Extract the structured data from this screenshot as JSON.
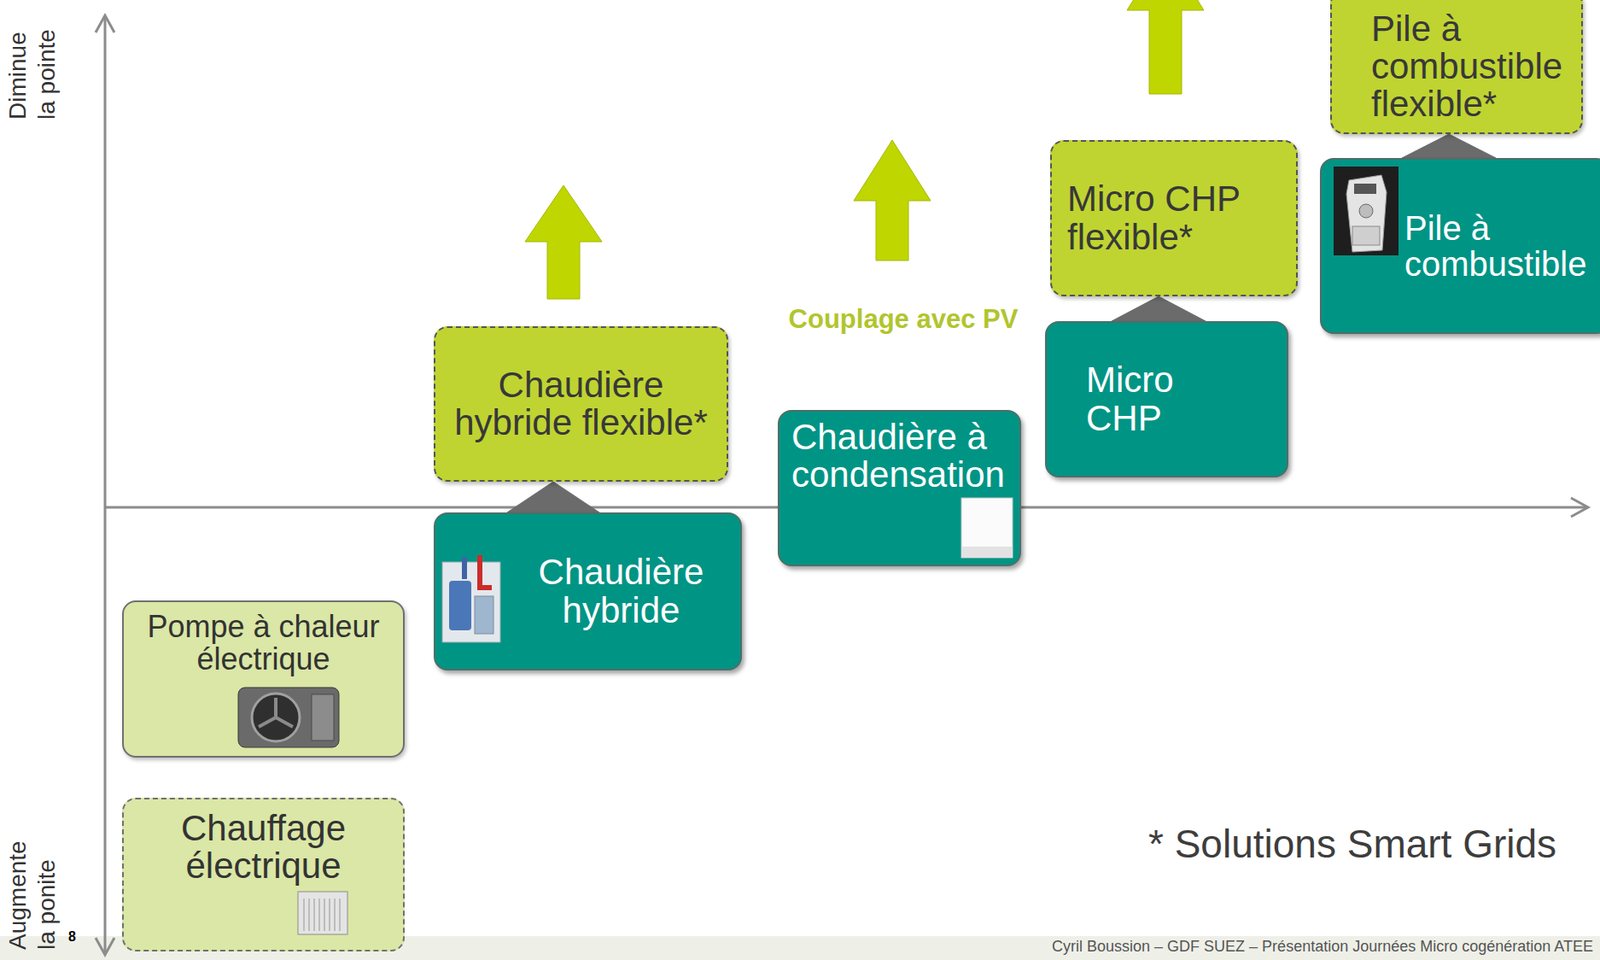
{
  "diagram": {
    "nodes": [
      {
        "text": [
          "Pile à combustible flexible*"
        ]
      },
      {
        "text": [
          "Micro CHP flexible*"
        ]
      },
      {
        "text": [
          "Pile à combustible"
        ]
      },
      {
        "text": [
          "Chaudière hybride flexible*"
        ]
      },
      {
        "text": [
          "Micro CHP"
        ]
      },
      {
        "text": [
          "Chaudière à condensation"
        ]
      },
      {
        "text": [
          "Chaudière hybride"
        ]
      },
      {
        "text": [
          "Pompe à chaleur électrique"
        ]
      },
      {
        "text": [
          "Chauffage électrique"
        ]
      }
    ],
    "edges": [
      {
        "from": 6,
        "to": 3,
        "arrow": "to"
      },
      {
        "from": 4,
        "to": 1,
        "arrow": "to"
      },
      {
        "from": 2,
        "to": 0,
        "arrow": "to"
      }
    ],
    "labels": [
      "Diminue la pointe",
      "Augmente la ponite",
      "Couplage avec PV",
      "* Solutions Smart Grids",
      "8",
      "Cyril Boussion – GDF SUEZ – Présentation Journées Micro cogénération ATEE"
    ]
  }
}
